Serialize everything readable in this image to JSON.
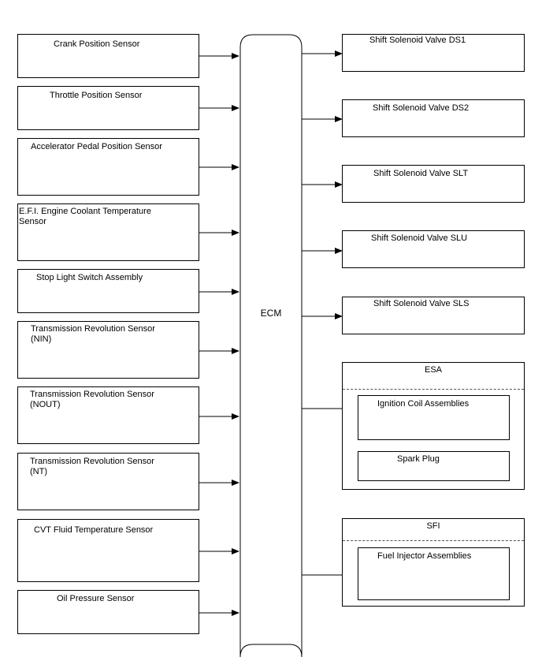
{
  "ecm": {
    "label": "ECM"
  },
  "inputs": [
    {
      "label": "Crank Position Sensor"
    },
    {
      "label": "Throttle Position Sensor"
    },
    {
      "label": "Accelerator Pedal Position Sensor"
    },
    {
      "label": "E.F.I. Engine Coolant Temperature\nSensor"
    },
    {
      "label": "Stop Light Switch Assembly"
    },
    {
      "label": "Transmission Revolution Sensor\n(NIN)"
    },
    {
      "label": "Transmission Revolution Sensor\n(NOUT)"
    },
    {
      "label": "Transmission Revolution Sensor\n(NT)"
    },
    {
      "label": "CVT Fluid Temperature Sensor"
    },
    {
      "label": "Oil Pressure Sensor"
    }
  ],
  "outputs": [
    {
      "label": "Shift Solenoid Valve DS1"
    },
    {
      "label": "Shift Solenoid Valve DS2"
    },
    {
      "label": "Shift Solenoid Valve SLT"
    },
    {
      "label": "Shift Solenoid Valve SLU"
    },
    {
      "label": "Shift Solenoid Valve SLS"
    }
  ],
  "esa": {
    "title": "ESA",
    "ignition_coil": "Ignition Coil Assemblies",
    "spark_plug": "Spark Plug"
  },
  "sfi": {
    "title": "SFI",
    "fuel_injector": "Fuel Injector Assemblies"
  }
}
